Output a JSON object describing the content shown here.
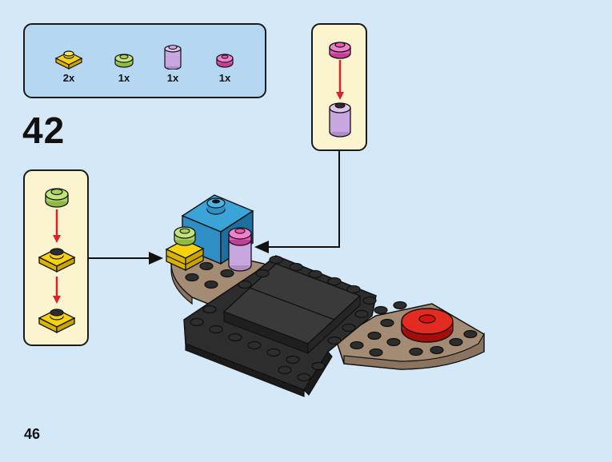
{
  "step": {
    "number": "42"
  },
  "page": {
    "number": "46"
  },
  "parts_list": [
    {
      "name": "yellow 1x1 plate",
      "color": "#f5d10f",
      "qty": "2x"
    },
    {
      "name": "lime 1x1 round plate",
      "color": "#a8d25a",
      "qty": "1x"
    },
    {
      "name": "lavender 1x1 round brick",
      "color": "#c8a6e0",
      "qty": "1x"
    },
    {
      "name": "pink 1x1 round plate",
      "color": "#e55bb7",
      "qty": "1x"
    }
  ],
  "colors": {
    "background": "#d4e8f8",
    "parts_panel": "#b5d7f1",
    "callout_panel": "#fbf4cf",
    "arrow_red": "#d8232a",
    "yellow": "#f5d10f",
    "lime": "#a8d25a",
    "lavender": "#c8a6e0",
    "pink": "#e55bb7",
    "azure": "#2f8fc4",
    "dark_tan": "#a38c73",
    "black": "#2d2d2d",
    "red": "#d9120e"
  }
}
